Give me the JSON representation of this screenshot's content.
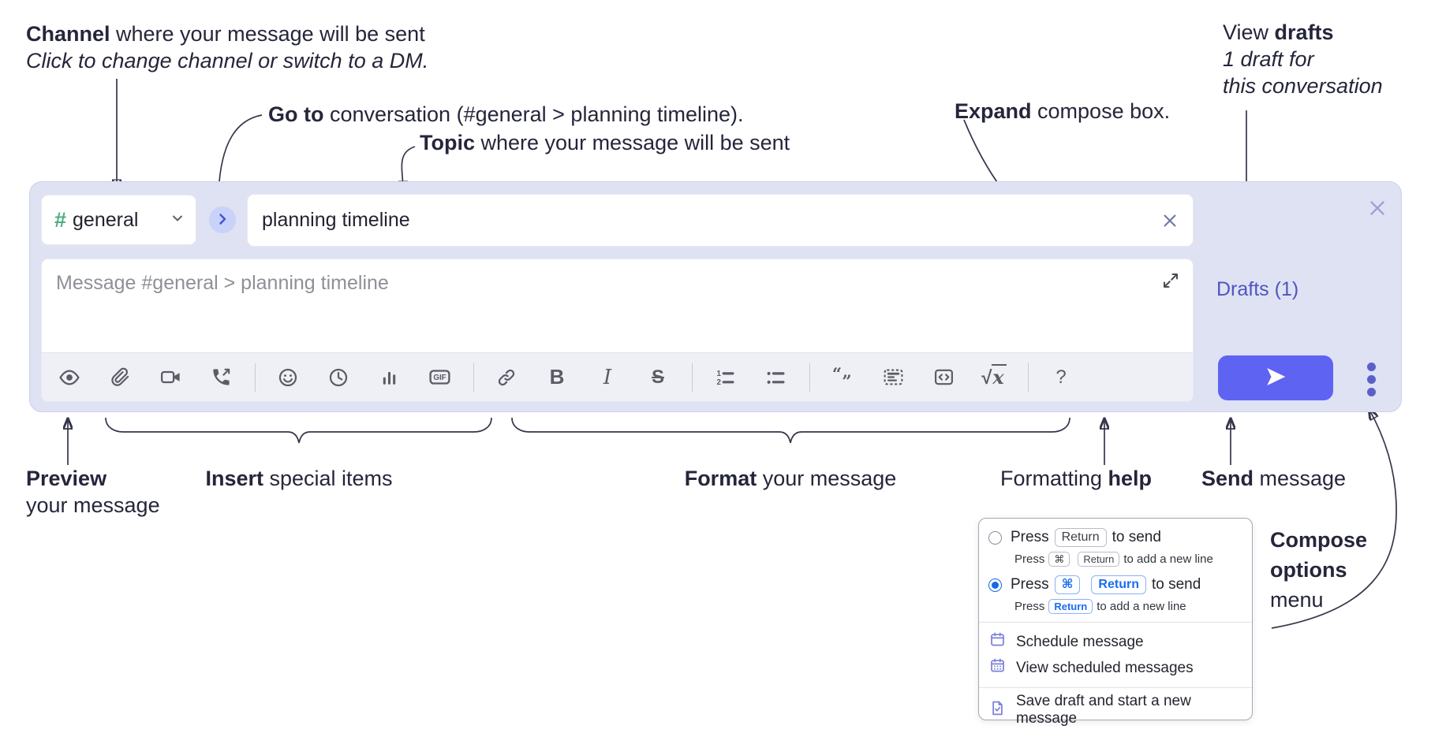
{
  "colors": {
    "page_bg": "#ffffff",
    "text": "#25263a",
    "line": "#35364a",
    "compose_bg": "#dee2f3",
    "compose_border": "#cdd1ea",
    "field_bg": "#ffffff",
    "field_border": "#e7e9f3",
    "toolbar_bg": "#eef0f5",
    "toolbar_border": "#e1e3ea",
    "icon": "#5a5c66",
    "tb_divider": "#c9cbd6",
    "hash_green": "#4fae84",
    "chan_text": "#22232f",
    "goto_circle_bg": "#c9d2f8",
    "goto_chevron": "#4353d6",
    "clear_x": "#6f73a4",
    "placeholder": "#8e9097",
    "close_x": "#99a0d9",
    "drafts_link": "#4f55bd",
    "send_bg": "#5f63f2",
    "kebab": "#5b60c8",
    "popup_border": "#a7a9b4",
    "popup_text": "#24252e",
    "popup_sub": "#33343e",
    "chip_border": "#b9bcc6",
    "chip_text": "#3e404a",
    "key_blue": "#1a6cf0",
    "key_blue_border": "#8ab1f5",
    "radio_gray": "#8d8f99",
    "radio_blue": "#1668e8",
    "menu_icon": "#7b80d9"
  },
  "ann": {
    "channel_b": "Channel",
    "channel_r": " where your message will be sent",
    "channel_i": "Click to change channel or switch to a DM.",
    "goto_b": "Go to",
    "goto_r": " conversation (#general > planning timeline).",
    "topic_b": "Topic",
    "topic_r": " where your message will be sent",
    "expand_b": "Expand",
    "expand_r": " compose box.",
    "drafts_r": "View ",
    "drafts_b": "drafts",
    "drafts_i1": "1 draft for",
    "drafts_i2": "this conversation",
    "preview_b": "Preview",
    "preview_r": "your message",
    "insert_b": "Insert",
    "insert_r": " special items",
    "format_b": "Format",
    "format_r": " your message",
    "help_r": "Formatting ",
    "help_b": "help",
    "send_b": "Send",
    "send_r": " message",
    "opts_b1": "Compose",
    "opts_b2": "options",
    "opts_r": "menu"
  },
  "composer": {
    "channel_hash": "#",
    "channel_name": "general",
    "topic_value": "planning timeline",
    "message_placeholder": "Message #general > planning timeline",
    "drafts_label": "Drafts (1)",
    "toolbar": {
      "gif": "GIF",
      "bold": "B",
      "italic": "I",
      "strike": "S",
      "ol1": "1",
      "ol2": "2",
      "quote_open": "“",
      "quote_close": "”",
      "sqrt_sign": "√",
      "sqrt_var": "x",
      "help": "?"
    }
  },
  "popup": {
    "opt1": {
      "t1": "Press",
      "k1": "Return",
      "t2": "to send",
      "s1": "Press",
      "sk1": "⌘",
      "sk2": "Return",
      "s2": "to add a new line"
    },
    "opt2": {
      "t1": "Press",
      "k1": "⌘",
      "k2": "Return",
      "t2": "to send",
      "s1": "Press",
      "sk1": "Return",
      "s2": "to add a new line"
    },
    "item1": "Schedule message",
    "item2": "View scheduled messages",
    "item3": "Save draft and start a new message"
  }
}
